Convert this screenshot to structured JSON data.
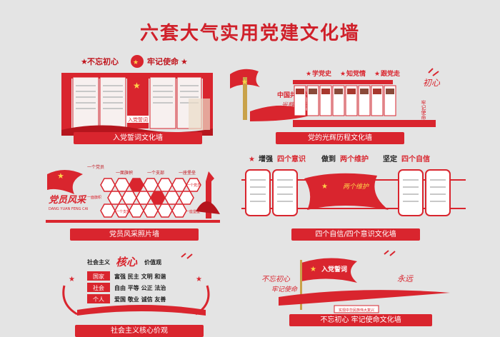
{
  "title": "六套大气实用党建文化墙",
  "panels": [
    {
      "caption": "入党誓词文化墙",
      "slogan_left": "不忘初心",
      "slogan_right": "牢记使命",
      "center_label": "入党誓词"
    },
    {
      "caption": "党的光辉历程文化墙",
      "tags": [
        "学党史",
        "知党情",
        "跟党走"
      ],
      "label_left": "中国共产党",
      "label_script": "光辉历程",
      "label_right": "初心",
      "label_right2": "牢记使命"
    },
    {
      "caption": "党员风采照片墙",
      "top_labels": [
        "一个党员",
        "一面旗帜",
        "一个支部",
        "一座堡垒"
      ],
      "brand": "党员风采",
      "brand_pinyin": "DANG YUAN FENG CAI",
      "hex_labels": [
        "一个党员",
        "一面旗帜",
        "一个支部",
        "一座堡垒"
      ]
    },
    {
      "caption": "四个自信/四个意识文化墙",
      "headline_parts": [
        "增强",
        "四个意识",
        "做到",
        "两个维护",
        "坚定",
        "四个自信"
      ],
      "flag_label": "两个维护"
    },
    {
      "caption": "社会主义核心价观",
      "heading_left": "社会主义",
      "heading_big": "核心",
      "heading_right": "价值观",
      "grid": [
        [
          "国家",
          "富强 民主 文明 和谐"
        ],
        [
          "社会",
          "自由 平等 公正 法治"
        ],
        [
          "个人",
          "爱国 敬业 诚信 友善"
        ]
      ]
    },
    {
      "caption": "不忘初心 牢记使命文化墙",
      "flag_label": "入党誓词",
      "script_left": "不忘初心",
      "script_left2": "牢记使命",
      "script_right": "永远",
      "ribbon_text": "实现中华民族伟大复兴"
    }
  ]
}
